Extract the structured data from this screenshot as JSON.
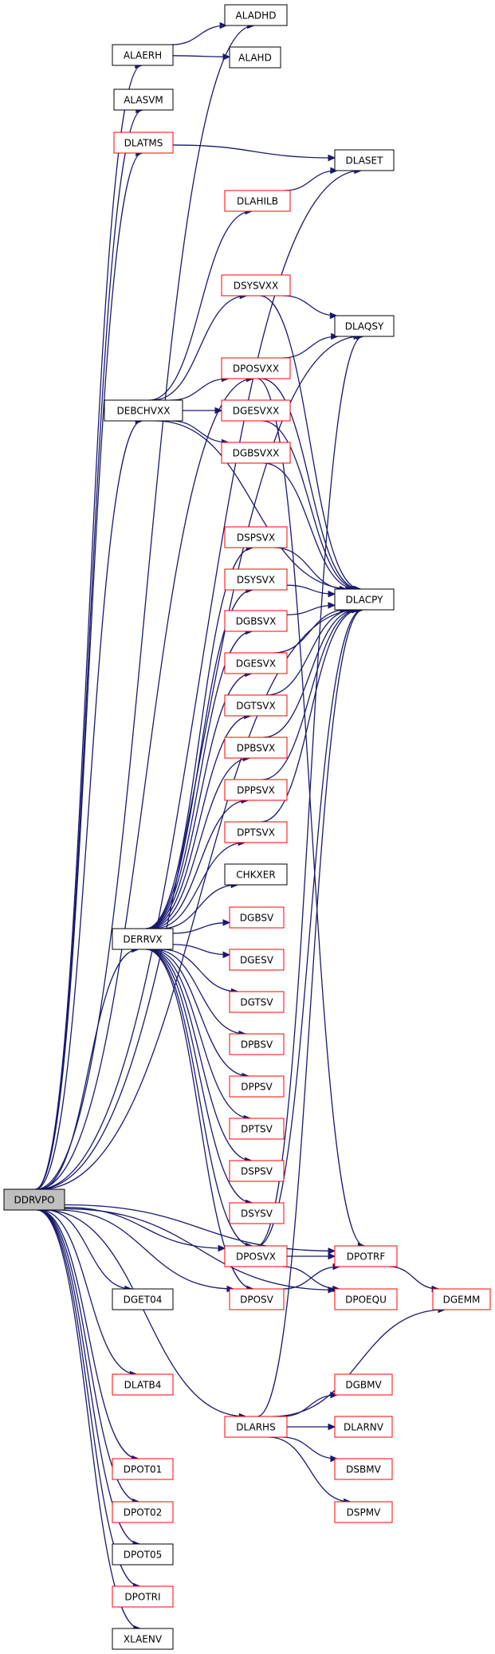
{
  "colors": {
    "edge": "#191970",
    "documented_border": "#000000",
    "undocumented_border": "#ff0000",
    "root_fill": "#bfbfbf",
    "node_fill": "#ffffff"
  },
  "nodes": [
    {
      "id": "DDRVPO",
      "label": "DDRVPO",
      "style": "root"
    },
    {
      "id": "ALADHD",
      "label": "ALADHD",
      "style": "black"
    },
    {
      "id": "ALAERH",
      "label": "ALAERH",
      "style": "black"
    },
    {
      "id": "ALAHD",
      "label": "ALAHD",
      "style": "black"
    },
    {
      "id": "ALASVM",
      "label": "ALASVM",
      "style": "black"
    },
    {
      "id": "DLATMS",
      "label": "DLATMS",
      "style": "red"
    },
    {
      "id": "DLASET",
      "label": "DLASET",
      "style": "black"
    },
    {
      "id": "DLAHILB",
      "label": "DLAHILB",
      "style": "red"
    },
    {
      "id": "DSYSVXX",
      "label": "DSYSVXX",
      "style": "red"
    },
    {
      "id": "DLAQSY",
      "label": "DLAQSY",
      "style": "black"
    },
    {
      "id": "DPOSVXX",
      "label": "DPOSVXX",
      "style": "red"
    },
    {
      "id": "DEBCHVXX",
      "label": "DEBCHVXX",
      "style": "black"
    },
    {
      "id": "DGESVXX",
      "label": "DGESVXX",
      "style": "red"
    },
    {
      "id": "DGBSVXX",
      "label": "DGBSVXX",
      "style": "red"
    },
    {
      "id": "DSPSVX",
      "label": "DSPSVX",
      "style": "red"
    },
    {
      "id": "DSYSVX",
      "label": "DSYSVX",
      "style": "red"
    },
    {
      "id": "DLACPY",
      "label": "DLACPY",
      "style": "black"
    },
    {
      "id": "DGBSVX",
      "label": "DGBSVX",
      "style": "red"
    },
    {
      "id": "DGESVX",
      "label": "DGESVX",
      "style": "red"
    },
    {
      "id": "DGTSVX",
      "label": "DGTSVX",
      "style": "red"
    },
    {
      "id": "DPBSVX",
      "label": "DPBSVX",
      "style": "red"
    },
    {
      "id": "DPPSVX",
      "label": "DPPSVX",
      "style": "red"
    },
    {
      "id": "DPTSVX",
      "label": "DPTSVX",
      "style": "red"
    },
    {
      "id": "CHKXER",
      "label": "CHKXER",
      "style": "black"
    },
    {
      "id": "DERRVX",
      "label": "DERRVX",
      "style": "black"
    },
    {
      "id": "DGBSV",
      "label": "DGBSV",
      "style": "red"
    },
    {
      "id": "DGESV",
      "label": "DGESV",
      "style": "red"
    },
    {
      "id": "DGTSV",
      "label": "DGTSV",
      "style": "red"
    },
    {
      "id": "DPBSV",
      "label": "DPBSV",
      "style": "red"
    },
    {
      "id": "DPPSV",
      "label": "DPPSV",
      "style": "red"
    },
    {
      "id": "DPTSV",
      "label": "DPTSV",
      "style": "red"
    },
    {
      "id": "DSPSV",
      "label": "DSPSV",
      "style": "red"
    },
    {
      "id": "DSYSV",
      "label": "DSYSV",
      "style": "red"
    },
    {
      "id": "DPOSVX",
      "label": "DPOSVX",
      "style": "red"
    },
    {
      "id": "DPOTRF",
      "label": "DPOTRF",
      "style": "red"
    },
    {
      "id": "DGEMM",
      "label": "DGEMM",
      "style": "red"
    },
    {
      "id": "DGET04",
      "label": "DGET04",
      "style": "black"
    },
    {
      "id": "DPOSV",
      "label": "DPOSV",
      "style": "red"
    },
    {
      "id": "DPOEQU",
      "label": "DPOEQU",
      "style": "red"
    },
    {
      "id": "DLATB4",
      "label": "DLATB4",
      "style": "red"
    },
    {
      "id": "DGBMV",
      "label": "DGBMV",
      "style": "red"
    },
    {
      "id": "DLARHS",
      "label": "DLARHS",
      "style": "red"
    },
    {
      "id": "DLARNV",
      "label": "DLARNV",
      "style": "red"
    },
    {
      "id": "DPOT01",
      "label": "DPOT01",
      "style": "red"
    },
    {
      "id": "DSBMV",
      "label": "DSBMV",
      "style": "red"
    },
    {
      "id": "DPOT02",
      "label": "DPOT02",
      "style": "red"
    },
    {
      "id": "DSPMV",
      "label": "DSPMV",
      "style": "red"
    },
    {
      "id": "DPOT05",
      "label": "DPOT05",
      "style": "black"
    },
    {
      "id": "DPOTRI",
      "label": "DPOTRI",
      "style": "red"
    },
    {
      "id": "XLAENV",
      "label": "XLAENV",
      "style": "black"
    }
  ],
  "edges": [
    [
      "DDRVPO",
      "ALADHD"
    ],
    [
      "DDRVPO",
      "ALAERH"
    ],
    [
      "DDRVPO",
      "ALASVM"
    ],
    [
      "DDRVPO",
      "DLATMS"
    ],
    [
      "DDRVPO",
      "DLASET"
    ],
    [
      "DDRVPO",
      "DLAQSY"
    ],
    [
      "DDRVPO",
      "DLACPY"
    ],
    [
      "DDRVPO",
      "DPOSVXX"
    ],
    [
      "DDRVPO",
      "DEBCHVXX"
    ],
    [
      "DDRVPO",
      "DERRVX"
    ],
    [
      "DDRVPO",
      "DPOSVX"
    ],
    [
      "DDRVPO",
      "DGET04"
    ],
    [
      "DDRVPO",
      "DPOSV"
    ],
    [
      "DDRVPO",
      "DPOTRF"
    ],
    [
      "DDRVPO",
      "DPOEQU"
    ],
    [
      "DDRVPO",
      "DLATB4"
    ],
    [
      "DDRVPO",
      "DLARHS"
    ],
    [
      "DDRVPO",
      "DPOT01"
    ],
    [
      "DDRVPO",
      "DPOT02"
    ],
    [
      "DDRVPO",
      "DPOT05"
    ],
    [
      "DDRVPO",
      "DPOTRI"
    ],
    [
      "DDRVPO",
      "XLAENV"
    ],
    [
      "ALAERH",
      "ALADHD"
    ],
    [
      "ALAERH",
      "ALAHD"
    ],
    [
      "DLATMS",
      "DLASET"
    ],
    [
      "DLAHILB",
      "DLASET"
    ],
    [
      "DSYSVXX",
      "DLAQSY"
    ],
    [
      "DSYSVXX",
      "DLACPY"
    ],
    [
      "DPOSVXX",
      "DLAQSY"
    ],
    [
      "DPOSVXX",
      "DLACPY"
    ],
    [
      "DPOSVXX",
      "DPOTRF"
    ],
    [
      "DEBCHVXX",
      "DLAHILB"
    ],
    [
      "DEBCHVXX",
      "DSYSVXX"
    ],
    [
      "DEBCHVXX",
      "DPOSVXX"
    ],
    [
      "DEBCHVXX",
      "DGESVXX"
    ],
    [
      "DEBCHVXX",
      "DGBSVXX"
    ],
    [
      "DEBCHVXX",
      "DLACPY"
    ],
    [
      "DGESVXX",
      "DLACPY"
    ],
    [
      "DGBSVXX",
      "DLACPY"
    ],
    [
      "DSPSVX",
      "DLACPY"
    ],
    [
      "DSYSVX",
      "DLACPY"
    ],
    [
      "DGBSVX",
      "DLACPY"
    ],
    [
      "DGESVX",
      "DLACPY"
    ],
    [
      "DGTSVX",
      "DLACPY"
    ],
    [
      "DPBSVX",
      "DLACPY"
    ],
    [
      "DPPSVX",
      "DLACPY"
    ],
    [
      "DPTSVX",
      "DLACPY"
    ],
    [
      "DERRVX",
      "DSPSVX"
    ],
    [
      "DERRVX",
      "DSYSVX"
    ],
    [
      "DERRVX",
      "DGBSVX"
    ],
    [
      "DERRVX",
      "DGESVX"
    ],
    [
      "DERRVX",
      "DGTSVX"
    ],
    [
      "DERRVX",
      "DPBSVX"
    ],
    [
      "DERRVX",
      "DPPSVX"
    ],
    [
      "DERRVX",
      "DPTSVX"
    ],
    [
      "DERRVX",
      "CHKXER"
    ],
    [
      "DERRVX",
      "DGBSV"
    ],
    [
      "DERRVX",
      "DGESV"
    ],
    [
      "DERRVX",
      "DGTSV"
    ],
    [
      "DERRVX",
      "DPBSV"
    ],
    [
      "DERRVX",
      "DPPSV"
    ],
    [
      "DERRVX",
      "DPTSV"
    ],
    [
      "DERRVX",
      "DSPSV"
    ],
    [
      "DERRVX",
      "DSYSV"
    ],
    [
      "DERRVX",
      "DPOSVX"
    ],
    [
      "DERRVX",
      "DPOSV"
    ],
    [
      "DPOSVX",
      "DLAQSY"
    ],
    [
      "DPOSVX",
      "DLACPY"
    ],
    [
      "DPOSVX",
      "DPOTRF"
    ],
    [
      "DPOSVX",
      "DPOEQU"
    ],
    [
      "DPOSV",
      "DPOTRF"
    ],
    [
      "DPOTRF",
      "DGEMM"
    ],
    [
      "DLARHS",
      "DLACPY"
    ],
    [
      "DLARHS",
      "DGEMM"
    ],
    [
      "DLARHS",
      "DGBMV"
    ],
    [
      "DLARHS",
      "DLARNV"
    ],
    [
      "DLARHS",
      "DSBMV"
    ],
    [
      "DLARHS",
      "DSPMV"
    ]
  ]
}
